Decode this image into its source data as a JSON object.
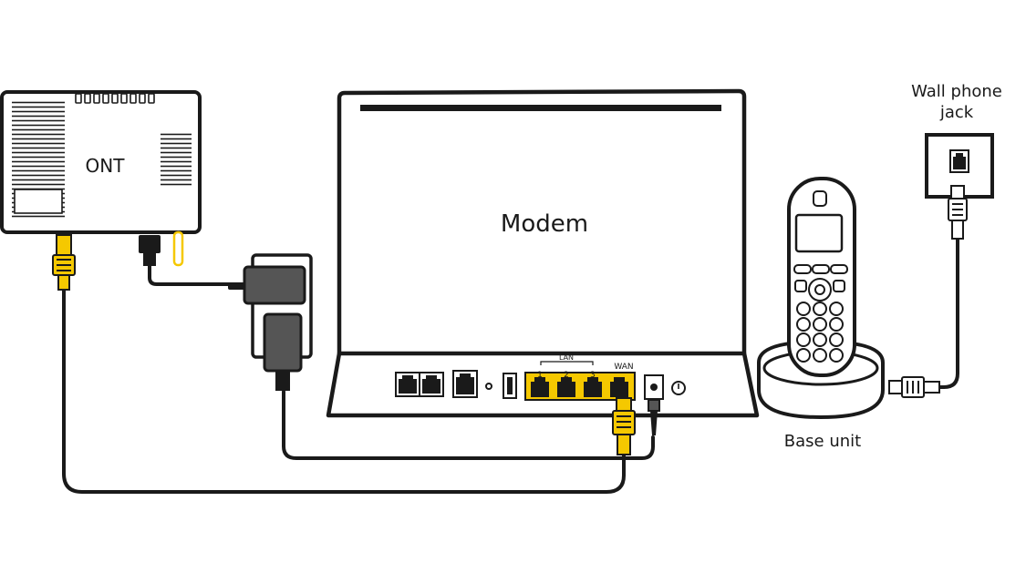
{
  "labels": {
    "ont": "ONT",
    "modem": "Modem",
    "lan": "LAN",
    "lan_port_1": "1",
    "lan_port_2": "2",
    "lan_port_3": "3",
    "wan": "WAN",
    "base_unit": "Base unit",
    "wall_jack_line1": "Wall phone",
    "wall_jack_line2": "jack"
  },
  "colors": {
    "ink": "#1a1a1a",
    "ethernet_yellow": "#f5c800",
    "power_grey": "#555555",
    "background": "#ffffff"
  }
}
